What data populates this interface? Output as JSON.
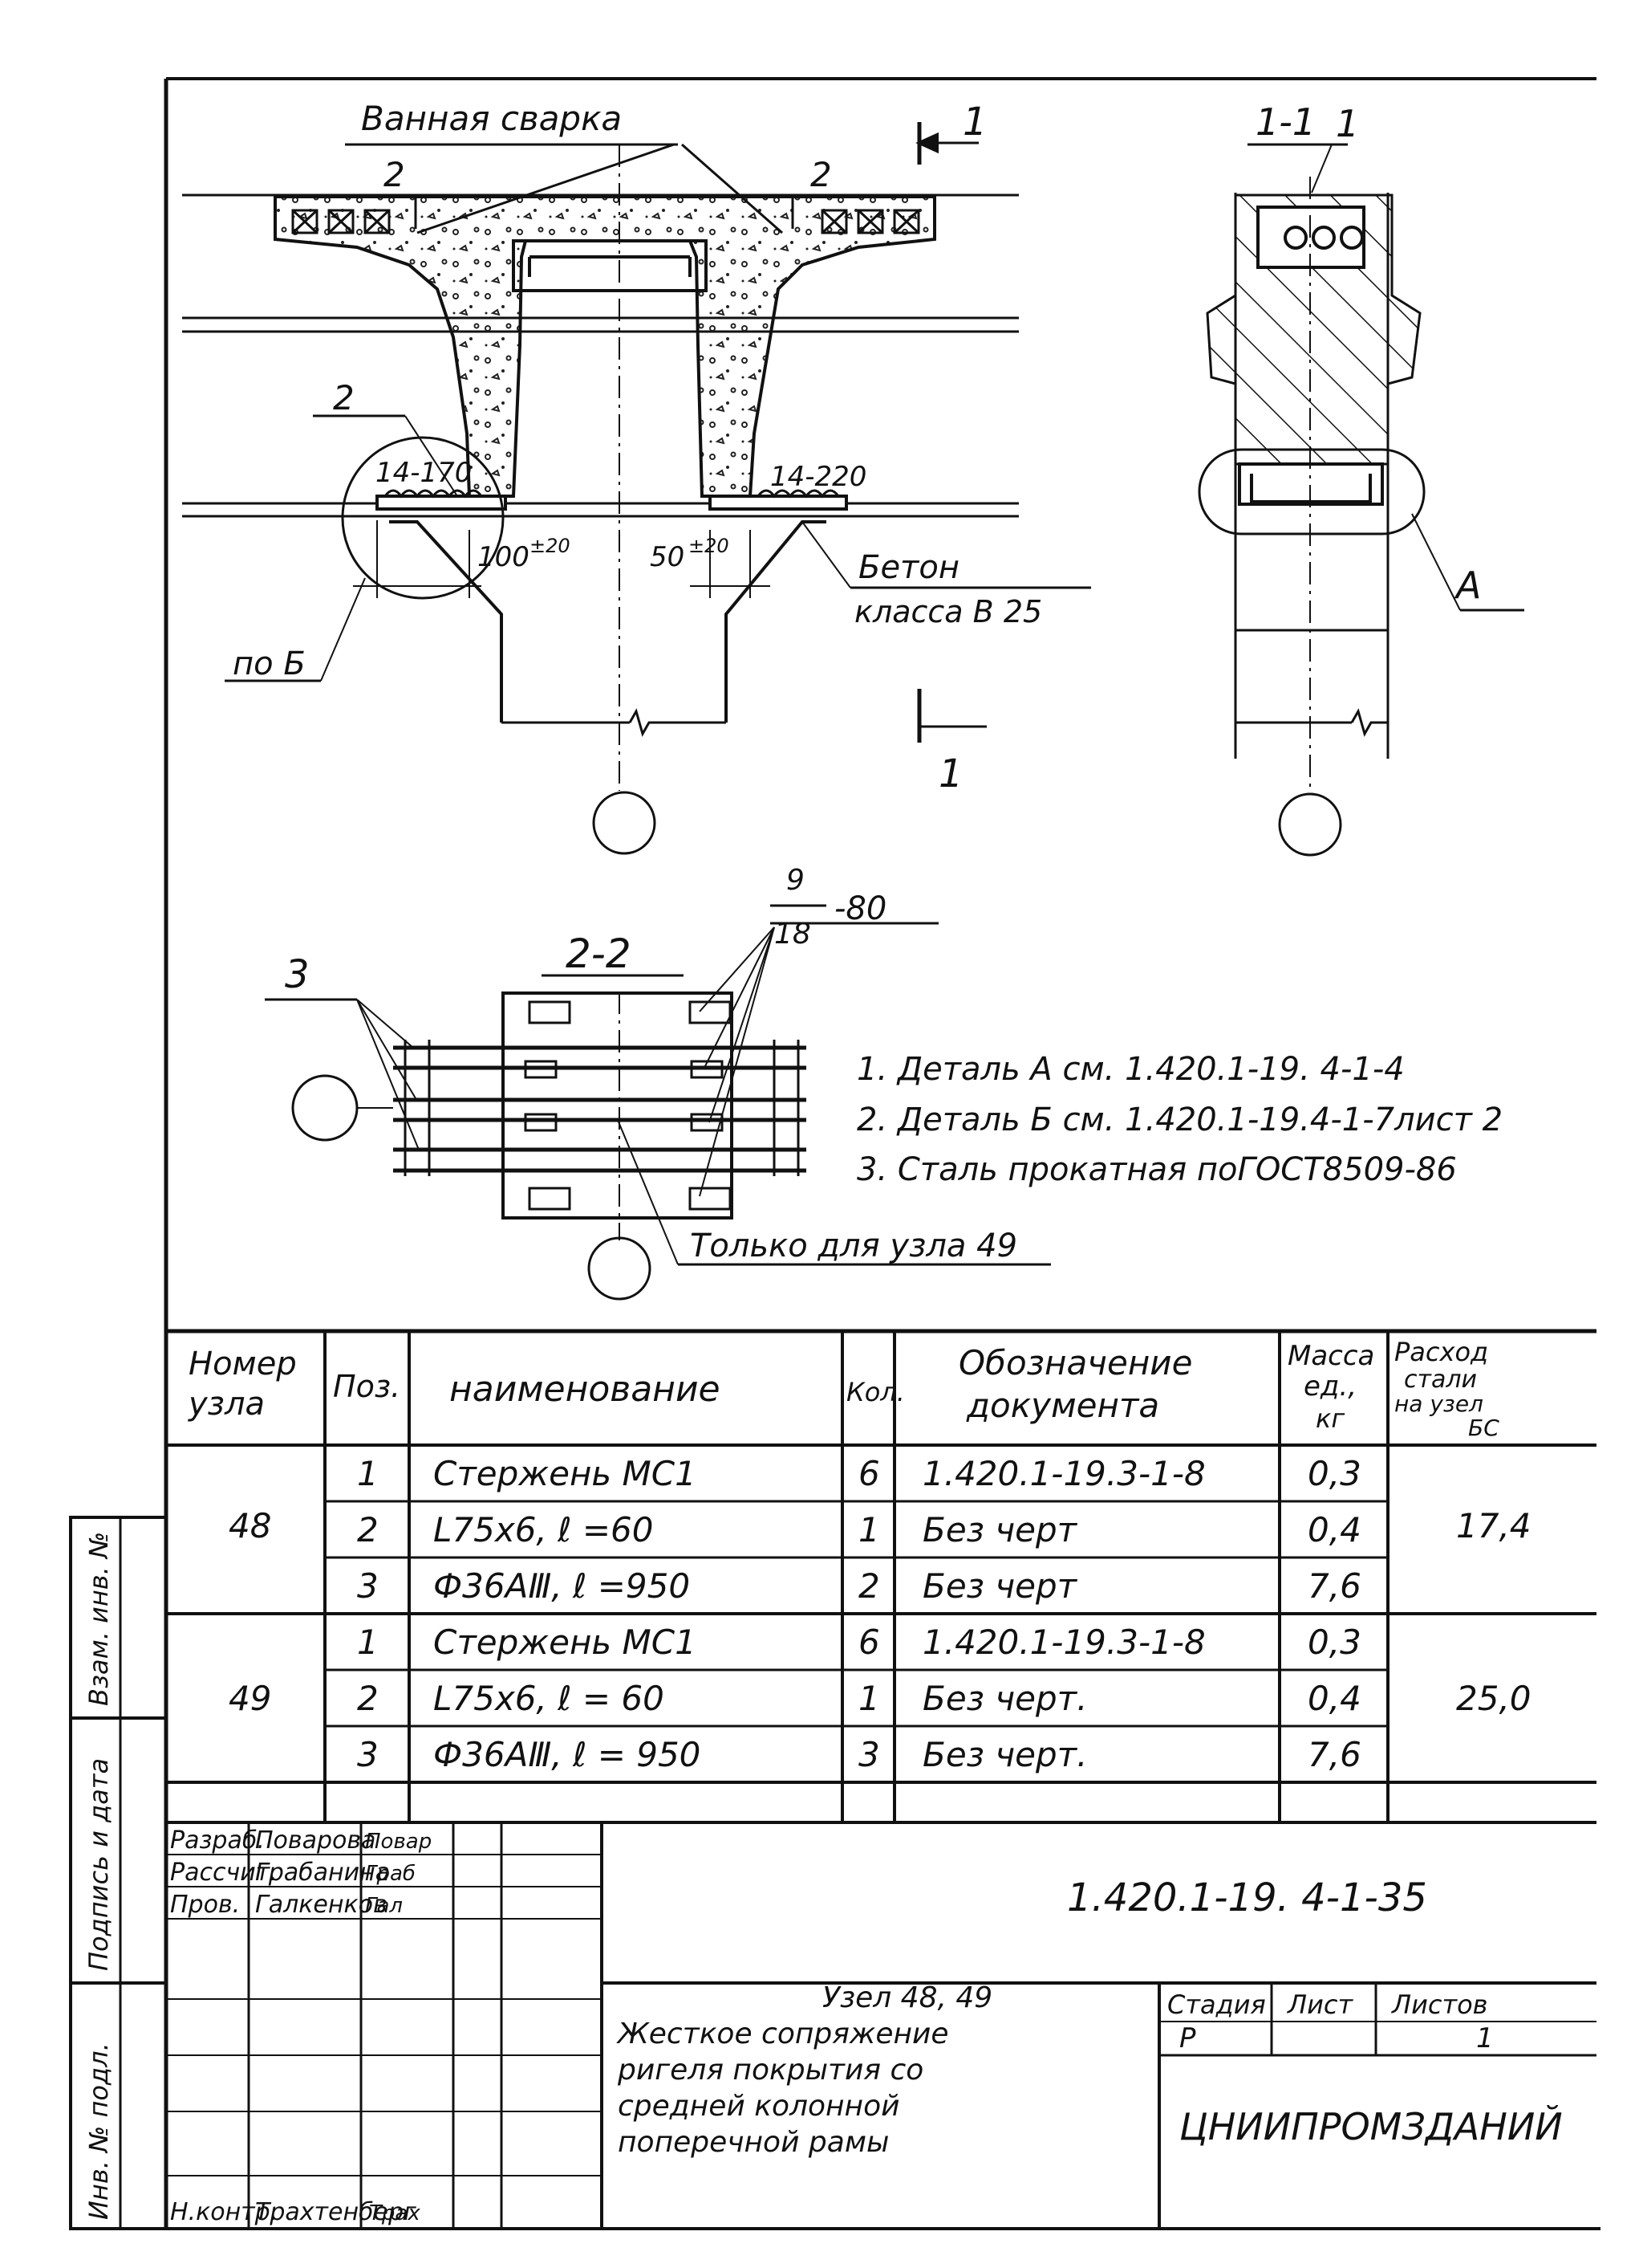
{
  "drawing": {
    "top_label": "Ванная сварка",
    "section_mark_num": "1",
    "mark_2_left": "2",
    "mark_2_right": "2",
    "mark_2_lower": "2",
    "weld_left": "14-170",
    "weld_right": "14-220",
    "dim_left_value": "100",
    "dim_left_tol": "±20",
    "dim_right_value": "50",
    "dim_right_tol": "±20",
    "concrete_line1": "Бетон",
    "concrete_line2": "класса В 25",
    "detail_b": "по Б",
    "section_1_1_label": "1-1",
    "section_1_1_pos": "1",
    "detail_a": "А",
    "section_2_2_label": "2-2",
    "pos_3": "3",
    "frac_num": "9",
    "frac_den": "18",
    "frac_suffix": "-80",
    "only_node": "Только для узла 49",
    "notes": [
      "1. Деталь А см. 1.420.1-19. 4-1-4",
      "2. Деталь Б см. 1.420.1-19.4-1-7лист 2",
      "3.  Сталь прокатная поГОСТ8509-86"
    ]
  },
  "spec_table": {
    "headers": {
      "node_line1": "Номер",
      "node_line2": "узла",
      "pos": "Поз.",
      "name": "наименование",
      "qty": "Кол.",
      "doc_line1": "Обозначение",
      "doc_line2": "документа",
      "mass_line1": "Масса",
      "mass_line2": "ед.,",
      "mass_line3": "кг",
      "steel_line1": "Расход",
      "steel_line2": "стали",
      "steel_line3": "на узел",
      "steel_line4": "БС"
    },
    "groups": [
      {
        "node": "48",
        "steel": "17,4",
        "rows": [
          {
            "pos": "1",
            "name": "Стержень МС1",
            "qty": "6",
            "doc": "1.420.1-19.3-1-8",
            "mass": "0,3"
          },
          {
            "pos": "2",
            "name": "L75х6,  ℓ =60",
            "qty": "1",
            "doc": "Без черт",
            "mass": "0,4"
          },
          {
            "pos": "3",
            "name": "Ф36АⅢ,  ℓ =950",
            "qty": "2",
            "doc": "Без  черт",
            "mass": "7,6"
          }
        ]
      },
      {
        "node": "49",
        "steel": "25,0",
        "rows": [
          {
            "pos": "1",
            "name": "Стержень МС1",
            "qty": "6",
            "doc": "1.420.1-19.3-1-8",
            "mass": "0,3"
          },
          {
            "pos": "2",
            "name": "L75х6,  ℓ = 60",
            "qty": "1",
            "doc": "Без  черт.",
            "mass": "0,4"
          },
          {
            "pos": "3",
            "name": "Ф36АⅢ,  ℓ = 950",
            "qty": "3",
            "doc": "Без  черт.",
            "mass": "7,6"
          }
        ]
      }
    ]
  },
  "side_stamp": {
    "cell1": "Взам. инв. №",
    "cell2": "Подпись и дата",
    "cell3": "Инв. № подл."
  },
  "title_block": {
    "roles": [
      {
        "role": "Разраб.",
        "name": "Поварова",
        "sign": "Повар"
      },
      {
        "role": "Рассчит.",
        "name": "Грабанина",
        "sign": "Граб"
      },
      {
        "role": "Пров.",
        "name": "Галкенков",
        "sign": "Гал"
      },
      {
        "role": "",
        "name": "",
        "sign": ""
      },
      {
        "role": "",
        "name": "",
        "sign": ""
      },
      {
        "role": "",
        "name": "",
        "sign": ""
      },
      {
        "role": "Н.контр.",
        "name": "Трахтенберг",
        "sign": "Трах"
      }
    ],
    "doc_code": "1.420.1-19. 4-1-35",
    "title_lines": [
      "Узел 48, 49",
      "Жесткое сопряжение",
      "ригеля покрытия  со",
      "средней  колонной",
      "поперечной  рамы"
    ],
    "stage_label": "Стадия",
    "sheet_label": "Лист",
    "sheets_label": "Листов",
    "stage_value": "Р",
    "sheet_value": "",
    "sheets_value": "1",
    "org": "ЦНИИПРОМЗДАНИЙ"
  }
}
